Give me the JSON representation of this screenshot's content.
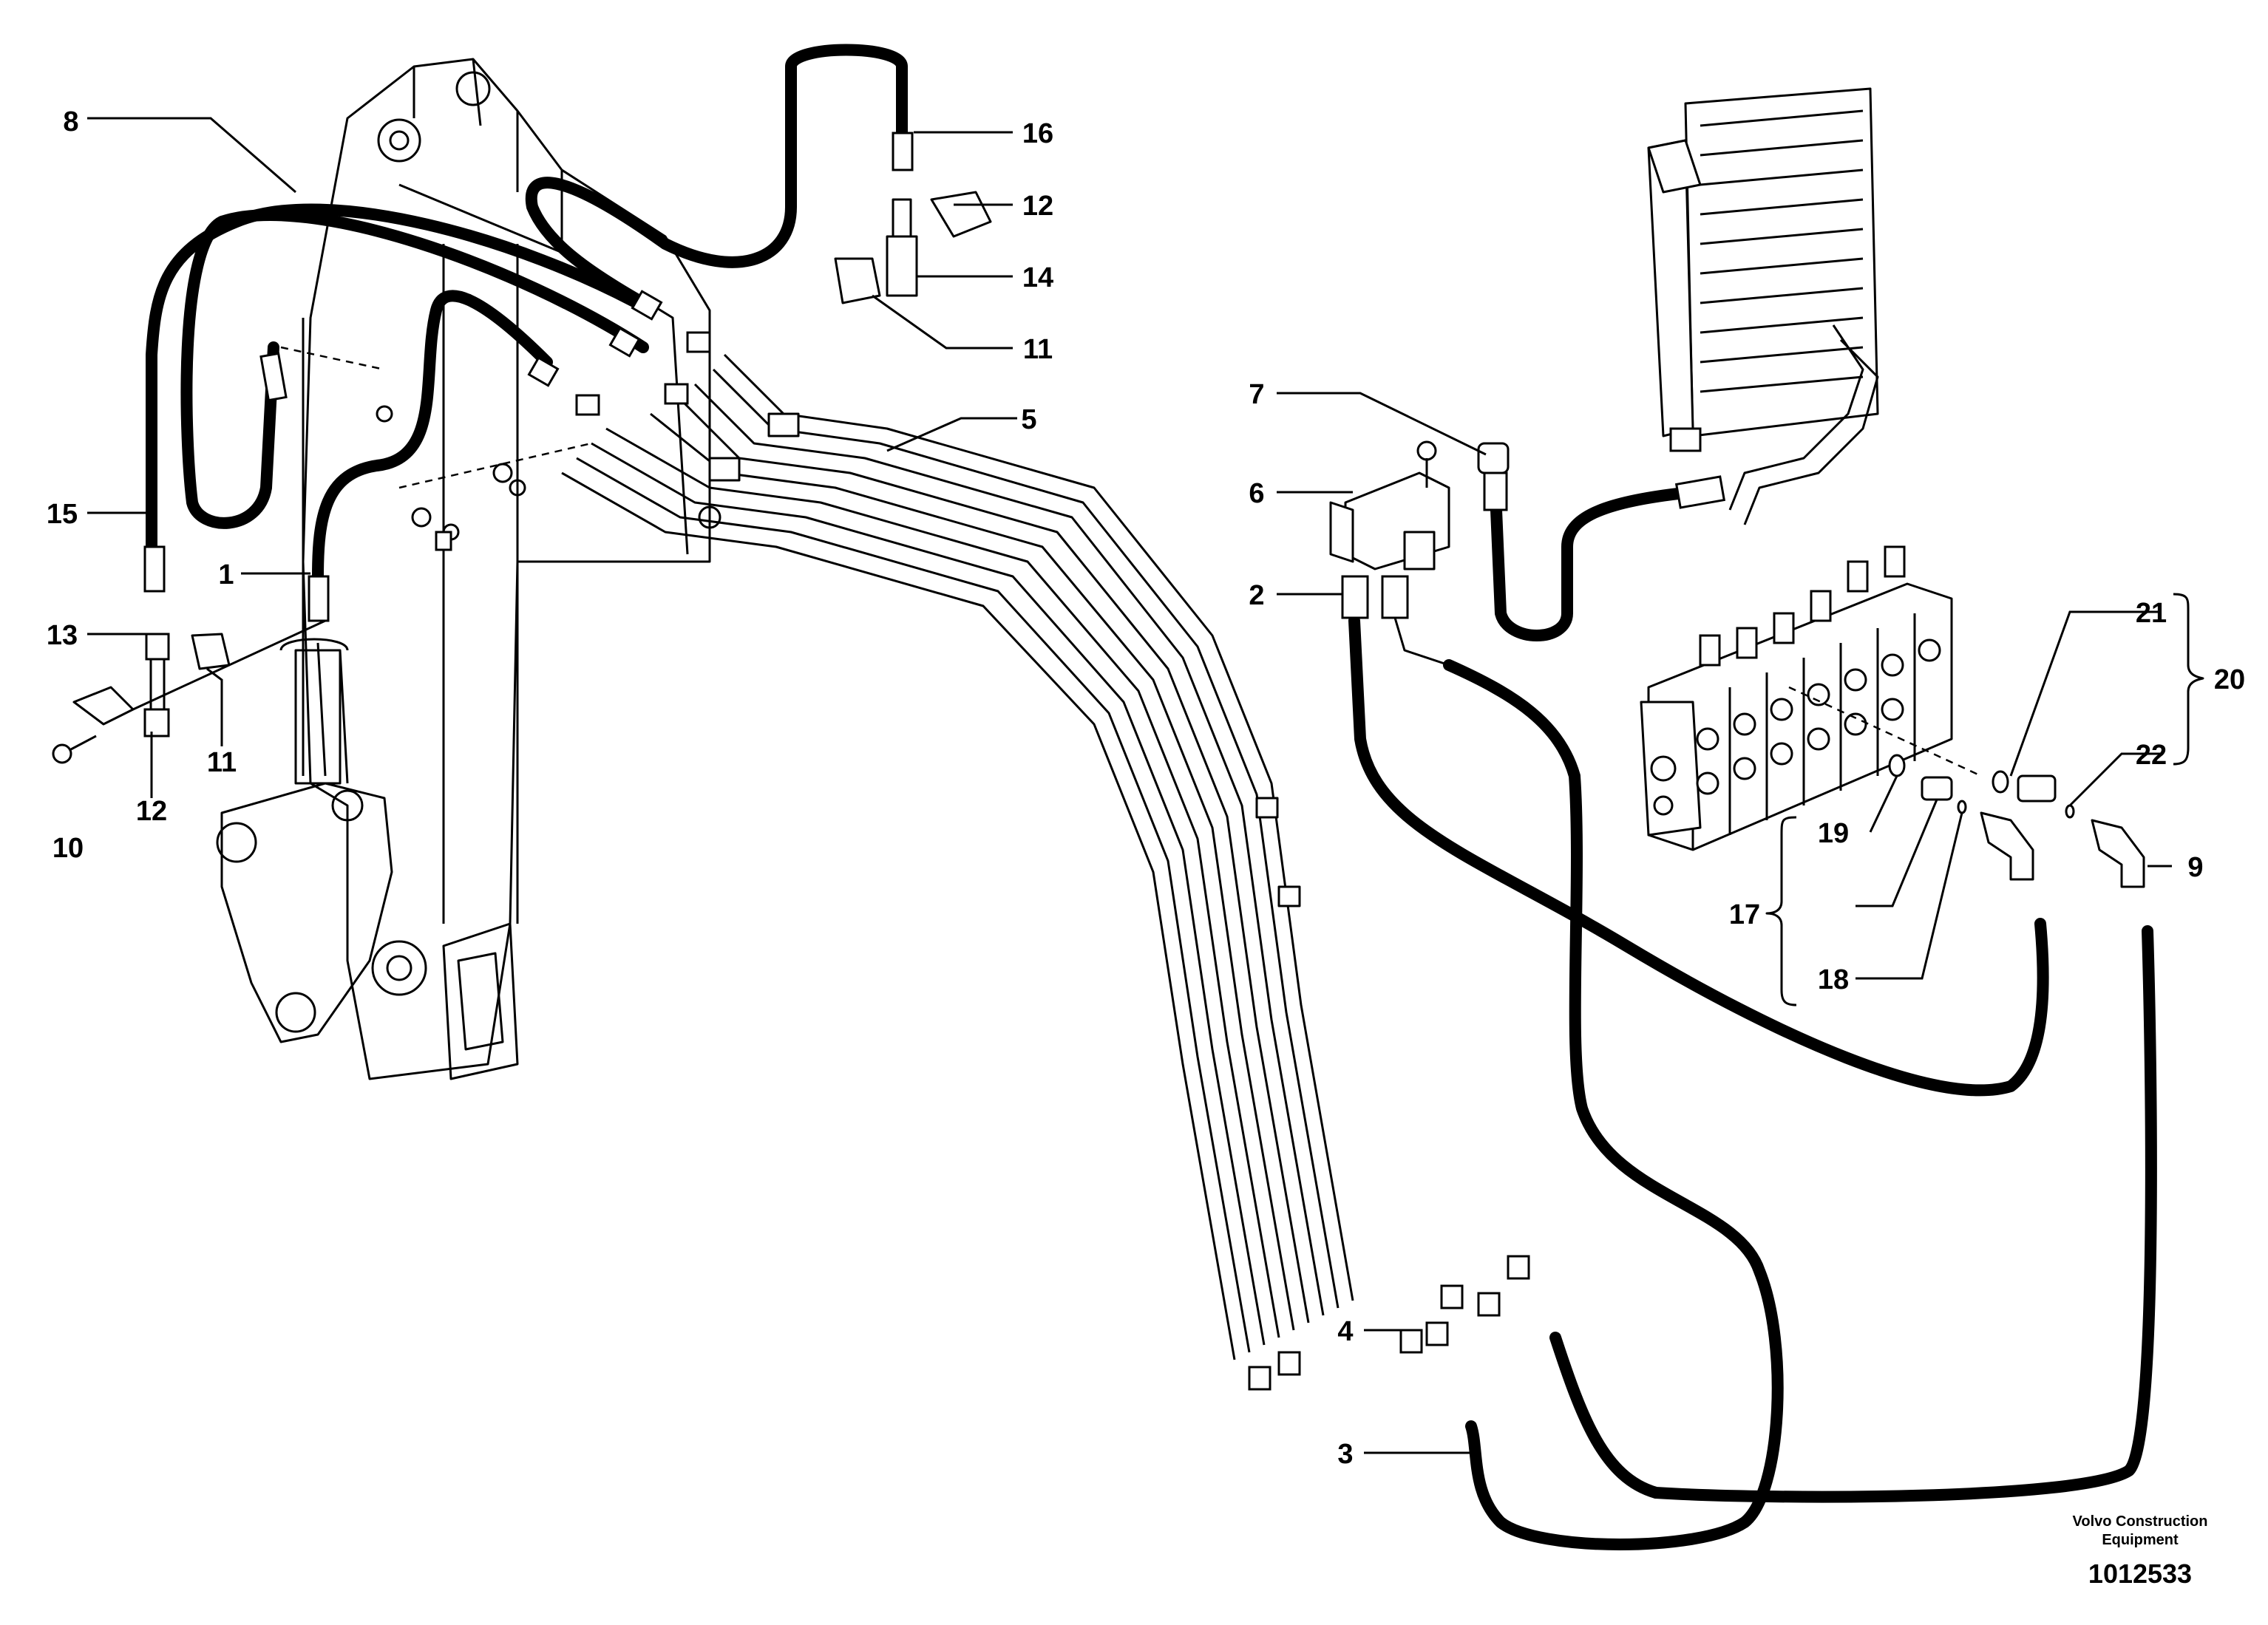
{
  "callouts": {
    "c1": "1",
    "c2": "2",
    "c3": "3",
    "c4": "4",
    "c5": "5",
    "c6": "6",
    "c7": "7",
    "c8": "8",
    "c9": "9",
    "c10": "10",
    "c11a": "11",
    "c11b": "11",
    "c12a": "12",
    "c12b": "12",
    "c13": "13",
    "c14": "14",
    "c15": "15",
    "c16": "16",
    "c17": "17",
    "c18": "18",
    "c19": "19",
    "c20": "20",
    "c21": "21",
    "c22": "22"
  },
  "caption": {
    "brand_line1": "Volvo Construction",
    "brand_line2": "Equipment",
    "drawing_number": "1012533"
  }
}
